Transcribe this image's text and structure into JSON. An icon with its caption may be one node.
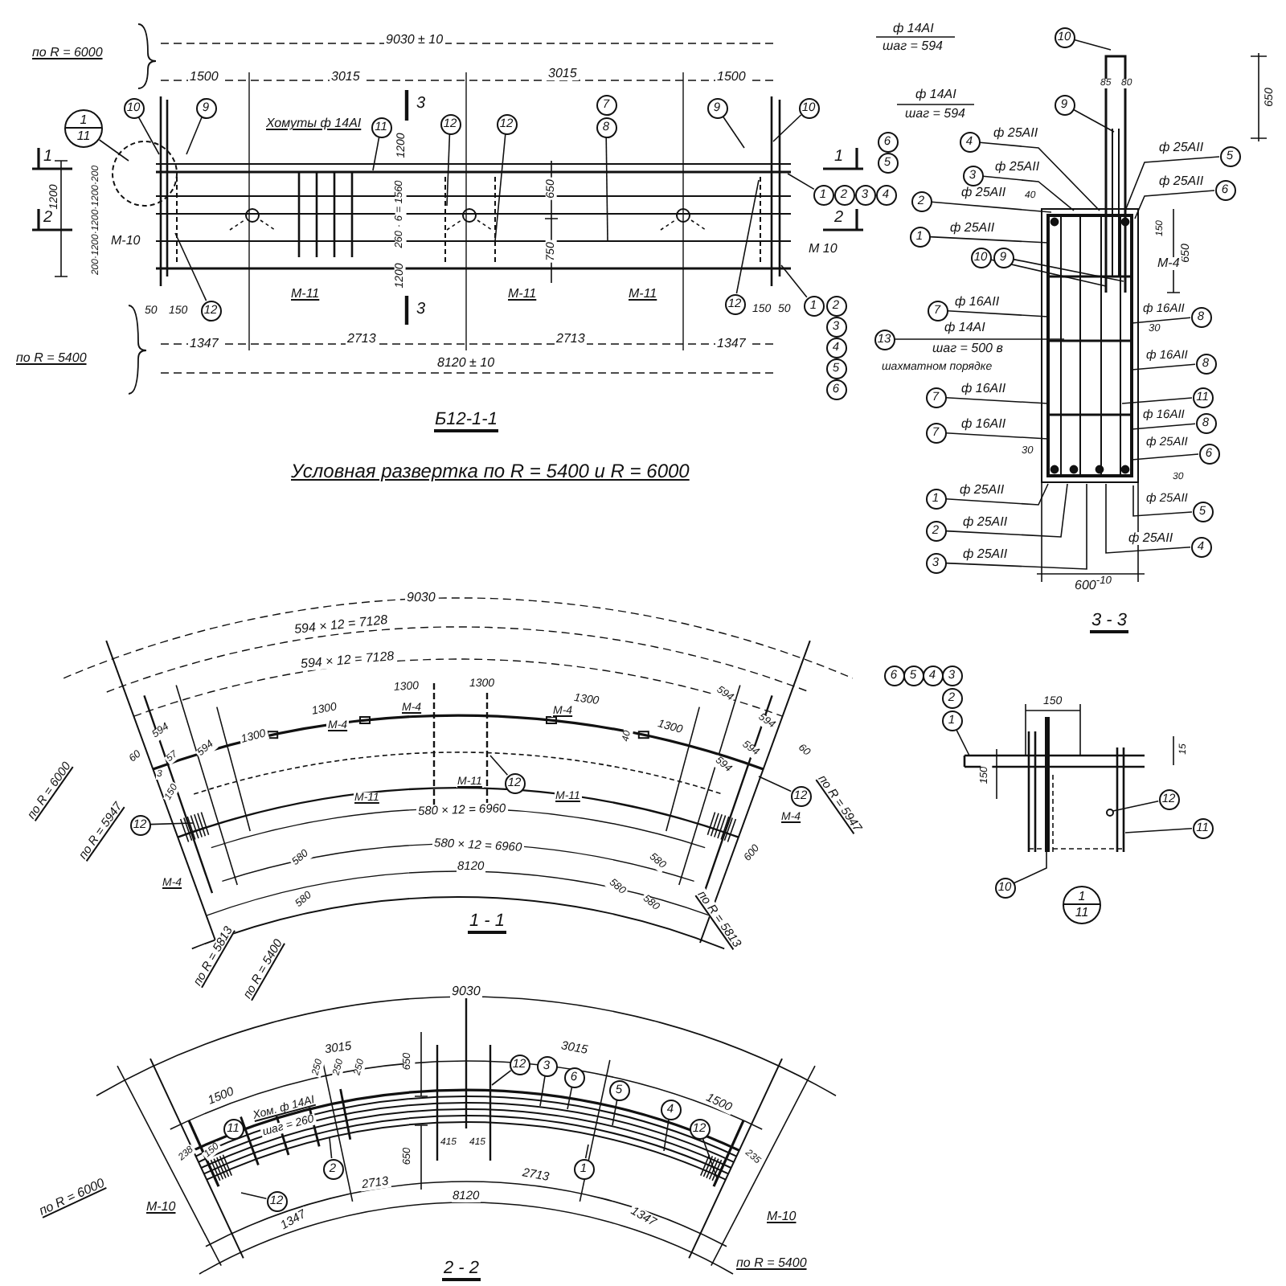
{
  "diagram": {
    "nodes": [
      {
        "text": [
          "1",
          "11"
        ]
      },
      {
        "text": [
          "10"
        ]
      },
      {
        "text": [
          "9"
        ]
      },
      {
        "text": [
          "11"
        ]
      },
      {
        "text": [
          "12"
        ]
      },
      {
        "text": [
          "12"
        ]
      },
      {
        "text": [
          "7"
        ]
      },
      {
        "text": [
          "8"
        ]
      },
      {
        "text": [
          "9"
        ]
      },
      {
        "text": [
          "10"
        ]
      },
      {
        "text": [
          "6"
        ]
      },
      {
        "text": [
          "5"
        ]
      },
      {
        "text": [
          "1"
        ]
      },
      {
        "text": [
          "2"
        ]
      },
      {
        "text": [
          "3"
        ]
      },
      {
        "text": [
          "4"
        ]
      },
      {
        "text": [
          "12"
        ]
      },
      {
        "text": [
          "12"
        ]
      },
      {
        "text": [
          "1"
        ]
      },
      {
        "text": [
          "2"
        ]
      },
      {
        "text": [
          "3"
        ]
      },
      {
        "text": [
          "4"
        ]
      },
      {
        "text": [
          "5"
        ]
      },
      {
        "text": [
          "6"
        ]
      },
      {
        "text": [
          "10"
        ]
      },
      {
        "text": [
          "9"
        ]
      },
      {
        "text": [
          "4"
        ]
      },
      {
        "text": [
          "5"
        ]
      },
      {
        "text": [
          "3"
        ]
      },
      {
        "text": [
          "6"
        ]
      },
      {
        "text": [
          "2"
        ]
      },
      {
        "text": [
          "1"
        ]
      },
      {
        "text": [
          "10"
        ]
      },
      {
        "text": [
          "9"
        ]
      },
      {
        "text": [
          "7"
        ]
      },
      {
        "text": [
          "8"
        ]
      },
      {
        "text": [
          "13"
        ]
      },
      {
        "text": [
          "8"
        ]
      },
      {
        "text": [
          "7"
        ]
      },
      {
        "text": [
          "11"
        ]
      },
      {
        "text": [
          "8"
        ]
      },
      {
        "text": [
          "7"
        ]
      },
      {
        "text": [
          "6"
        ]
      },
      {
        "text": [
          "1"
        ]
      },
      {
        "text": [
          "5"
        ]
      },
      {
        "text": [
          "2"
        ]
      },
      {
        "text": [
          "4"
        ]
      },
      {
        "text": [
          "3"
        ]
      },
      {
        "text": [
          "12"
        ]
      },
      {
        "text": [
          "12"
        ]
      },
      {
        "text": [
          "12"
        ]
      },
      {
        "text": [
          "6"
        ]
      },
      {
        "text": [
          "5"
        ]
      },
      {
        "text": [
          "4"
        ]
      },
      {
        "text": [
          "3"
        ]
      },
      {
        "text": [
          "2"
        ]
      },
      {
        "text": [
          "1"
        ]
      },
      {
        "text": [
          "12"
        ]
      },
      {
        "text": [
          "11"
        ]
      },
      {
        "text": [
          "10"
        ]
      },
      {
        "text": [
          "1",
          "11"
        ]
      },
      {
        "text": [
          "11"
        ]
      },
      {
        "text": [
          "12"
        ]
      },
      {
        "text": [
          "3"
        ]
      },
      {
        "text": [
          "6"
        ]
      },
      {
        "text": [
          "5"
        ]
      },
      {
        "text": [
          "4"
        ]
      },
      {
        "text": [
          "12"
        ]
      },
      {
        "text": [
          "1"
        ]
      },
      {
        "text": [
          "2"
        ]
      },
      {
        "text": [
          "12"
        ]
      },
      {
        "text": [],
        "shape": "circle"
      },
      {
        "text": [],
        "shape": "bar"
      }
    ],
    "edges": [
      {
        "from": 0,
        "to": null,
        "arrow": "none"
      },
      {
        "from": 1,
        "to": null,
        "arrow": "none"
      },
      {
        "from": 2,
        "to": null,
        "arrow": "none"
      },
      {
        "from": 3,
        "to": null,
        "arrow": "none"
      },
      {
        "from": 4,
        "to": null,
        "arrow": "none"
      },
      {
        "from": 5,
        "to": null,
        "arrow": "none"
      },
      {
        "from": 7,
        "to": null,
        "arrow": "none"
      },
      {
        "from": 8,
        "to": null,
        "arrow": "none"
      },
      {
        "from": 9,
        "to": null,
        "arrow": "none"
      },
      {
        "from": 12,
        "to": null,
        "arrow": "none"
      },
      {
        "from": 16,
        "to": null,
        "arrow": "none"
      },
      {
        "from": 17,
        "to": null,
        "arrow": "none"
      },
      {
        "from": 18,
        "to": null,
        "arrow": "none"
      },
      {
        "from": 24,
        "to": null,
        "arrow": "none"
      },
      {
        "from": 25,
        "to": null,
        "arrow": "none"
      },
      {
        "from": 26,
        "to": null,
        "arrow": "none"
      },
      {
        "from": 27,
        "to": null,
        "arrow": "none"
      },
      {
        "from": 28,
        "to": null,
        "arrow": "none"
      },
      {
        "from": 29,
        "to": null,
        "arrow": "none"
      },
      {
        "from": 30,
        "to": null,
        "arrow": "none"
      },
      {
        "from": 31,
        "to": null,
        "arrow": "none"
      },
      {
        "from": 32,
        "to": null,
        "arrow": "none"
      },
      {
        "from": 33,
        "to": null,
        "arrow": "none"
      },
      {
        "from": 34,
        "to": null,
        "arrow": "none"
      },
      {
        "from": 35,
        "to": null,
        "arrow": "none"
      },
      {
        "from": 36,
        "to": null,
        "arrow": "none"
      },
      {
        "from": 37,
        "to": null,
        "arrow": "none"
      },
      {
        "from": 38,
        "to": null,
        "arrow": "none"
      },
      {
        "from": 39,
        "to": null,
        "arrow": "none"
      },
      {
        "from": 40,
        "to": null,
        "arrow": "none"
      },
      {
        "from": 41,
        "to": null,
        "arrow": "none"
      },
      {
        "from": 42,
        "to": null,
        "arrow": "none"
      },
      {
        "from": 43,
        "to": null,
        "arrow": "none"
      },
      {
        "from": 44,
        "to": null,
        "arrow": "none"
      },
      {
        "from": 45,
        "to": null,
        "arrow": "none"
      },
      {
        "from": 46,
        "to": null,
        "arrow": "none"
      },
      {
        "from": 47,
        "to": null,
        "arrow": "none"
      },
      {
        "from": 48,
        "to": null,
        "arrow": "none"
      },
      {
        "from": 49,
        "to": null,
        "arrow": "none"
      },
      {
        "from": 50,
        "to": null,
        "arrow": "none"
      },
      {
        "from": 56,
        "to": null,
        "arrow": "none"
      },
      {
        "from": 57,
        "to": 71,
        "arrow": "none"
      },
      {
        "from": 58,
        "to": null,
        "arrow": "none"
      },
      {
        "from": 59,
        "to": 72,
        "arrow": "none"
      },
      {
        "from": 62,
        "to": null,
        "arrow": "none"
      },
      {
        "from": 63,
        "to": null,
        "arrow": "none"
      },
      {
        "from": 64,
        "to": null,
        "arrow": "none"
      },
      {
        "from": 65,
        "to": null,
        "arrow": "none"
      },
      {
        "from": 66,
        "to": null,
        "arrow": "none"
      },
      {
        "from": 67,
        "to": null,
        "arrow": "none"
      },
      {
        "from": 68,
        "to": null,
        "arrow": "none"
      },
      {
        "from": 69,
        "to": null,
        "arrow": "none"
      },
      {
        "from": 70,
        "to": null,
        "arrow": "none"
      }
    ],
    "labels": [
      "по R = 6000",
      "9030 ± 10",
      "1500",
      "3015",
      "3015",
      "1500",
      "3",
      "Хомуты ф 14АI",
      "1",
      "1",
      "1200",
      "650",
      "2",
      "2",
      "1200",
      "200·1200·1200·1200·200",
      "260 · 6 = 1560",
      "1200",
      "750",
      "М-10",
      "М 10",
      "М-11",
      "М-11",
      "М-11",
      "50",
      "150",
      "150",
      "50",
      "3",
      "1347",
      "2713",
      "2713",
      "1347",
      "по R = 5400",
      "8120 ± 10",
      "Б12-1-1",
      "Условная развертка по R = 5400 и R = 6000",
      "ф 14АI",
      "шаг = 594",
      "85",
      "80",
      "650",
      "ф 14АI",
      "шаг = 594",
      "ф 25АII",
      "ф 25АII",
      "ф 25АII",
      "ф 25АII",
      "ф 25АII",
      "40",
      "150",
      "650",
      "ф 25АII",
      "М-4",
      "ф 16АII",
      "ф 16АII",
      "30",
      "ф 14АI",
      "шаг = 500 в",
      "шахматном порядке",
      "ф 16АII",
      "ф 16АII",
      "ф 16АII",
      "ф 16АII",
      "30",
      "ф 25АII",
      "30",
      "ф 25АII",
      "ф 25АII",
      "ф 25АII",
      "ф 25АII",
      "ф 25АII",
      "600$^{-10}$",
      "3 - 3",
      "9030",
      "594 × 12 = 7128",
      "594 × 12 = 7128",
      "1300",
      "1300",
      "1300",
      "1300",
      "1300",
      "1300",
      "М-4",
      "М-4",
      "М-4",
      "60",
      "594",
      "594",
      "57",
      "3",
      "150",
      "594",
      "594",
      "594",
      "594",
      "60",
      "40",
      "М-11",
      "М-11",
      "М-11",
      "М-4",
      "580 × 12 = 6960",
      "580 × 12 = 6960",
      "М-4",
      "8120",
      "580",
      "580",
      "580",
      "580",
      "580",
      "600",
      "1 - 1",
      "по R = 6000",
      "по R = 5947",
      "по R = 5947",
      "по R = 5813",
      "по R = 5813",
      "по R = 5400",
      "150",
      "15",
      "150",
      "9030",
      "3015",
      "3015",
      "250",
      "250",
      "250",
      "650",
      "1500",
      "1500",
      "Хом. ф 14АI",
      "шаг = 260",
      "650",
      "415",
      "415",
      "238",
      "150",
      "235",
      "2713",
      "2713",
      "8120",
      "по R = 6000",
      "М-10",
      "1347",
      "1347",
      "М-10",
      "2 - 2",
      "по R = 5400"
    ]
  }
}
